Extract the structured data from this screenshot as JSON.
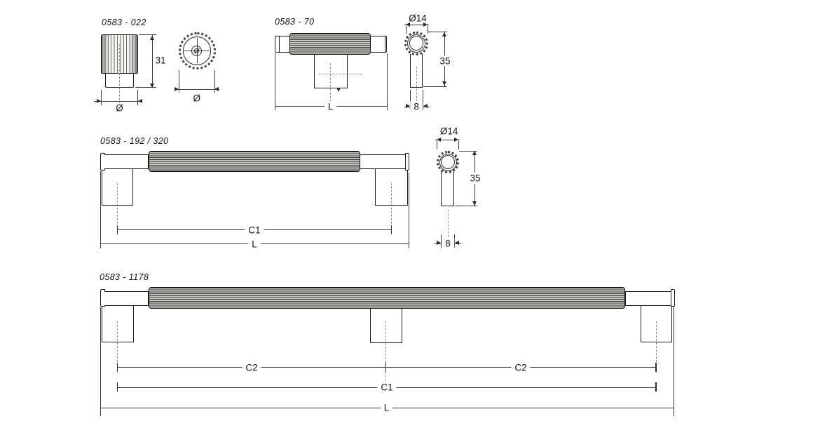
{
  "drawing": {
    "products": {
      "knob": {
        "code": "0583 - 022",
        "height_dim": "31",
        "diameter_dim_front": "Ø",
        "diameter_dim_top": "Ø"
      },
      "tbar": {
        "code": "0583 - 70",
        "length_dim": "L"
      },
      "tbar_side": {
        "diameter_dim": "Ø14",
        "height_dim": "35",
        "stem_dim": "8"
      },
      "pull": {
        "code": "0583 - 192 / 320",
        "centers_dim": "C1",
        "length_dim": "L"
      },
      "pull_side": {
        "diameter_dim": "Ø14",
        "height_dim": "35",
        "stem_dim": "8"
      },
      "long_pull": {
        "code": "0583 - 1178",
        "c2_left_dim": "C2",
        "c2_right_dim": "C2",
        "centers_dim": "C1",
        "length_dim": "L"
      }
    },
    "colors": {
      "line": "#2b2b2b",
      "rib_dark": "#3b3b3b",
      "rib_light": "#c9c9c7",
      "background": "#ffffff"
    }
  }
}
